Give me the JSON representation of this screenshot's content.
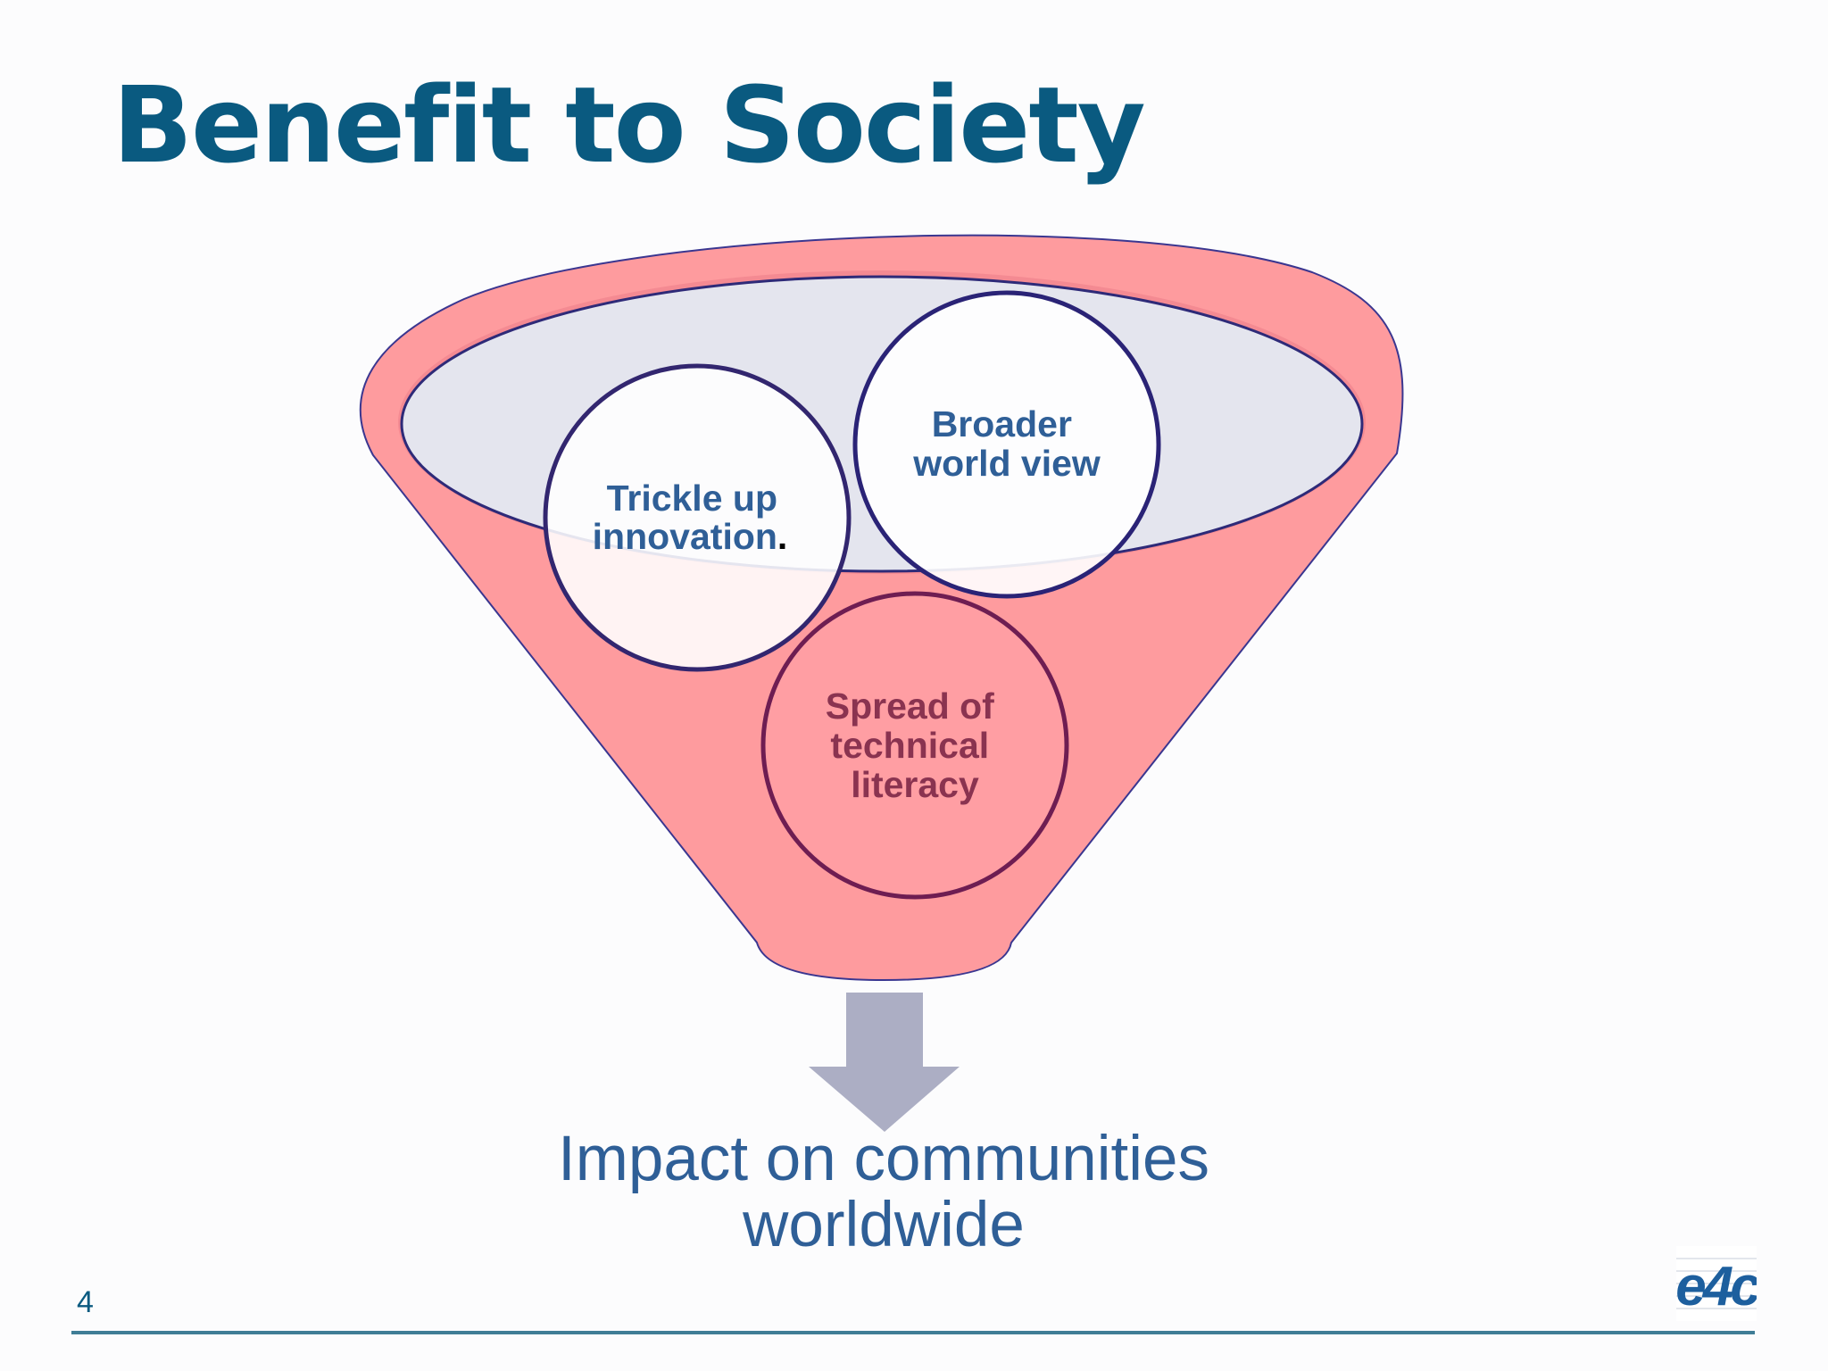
{
  "slide": {
    "title": "Benefit to Society",
    "page_number": "4"
  },
  "funnel": {
    "circles": [
      {
        "id": "trickle",
        "lines": [
          "Trickle up",
          "innovation"
        ],
        "trailing": "."
      },
      {
        "id": "broader",
        "lines": [
          "Broader",
          "world view"
        ]
      },
      {
        "id": "spread",
        "lines": [
          "Spread of",
          "technical",
          "literacy"
        ]
      }
    ],
    "arrow_color": "#acaec4",
    "funnel_color": "#fe9b9e",
    "outline_color": "#2e2a78"
  },
  "outcome": {
    "line1": "Impact on communities",
    "line2": "worldwide"
  },
  "logo": {
    "text": "e4c",
    "color": "#1d5f9e"
  }
}
